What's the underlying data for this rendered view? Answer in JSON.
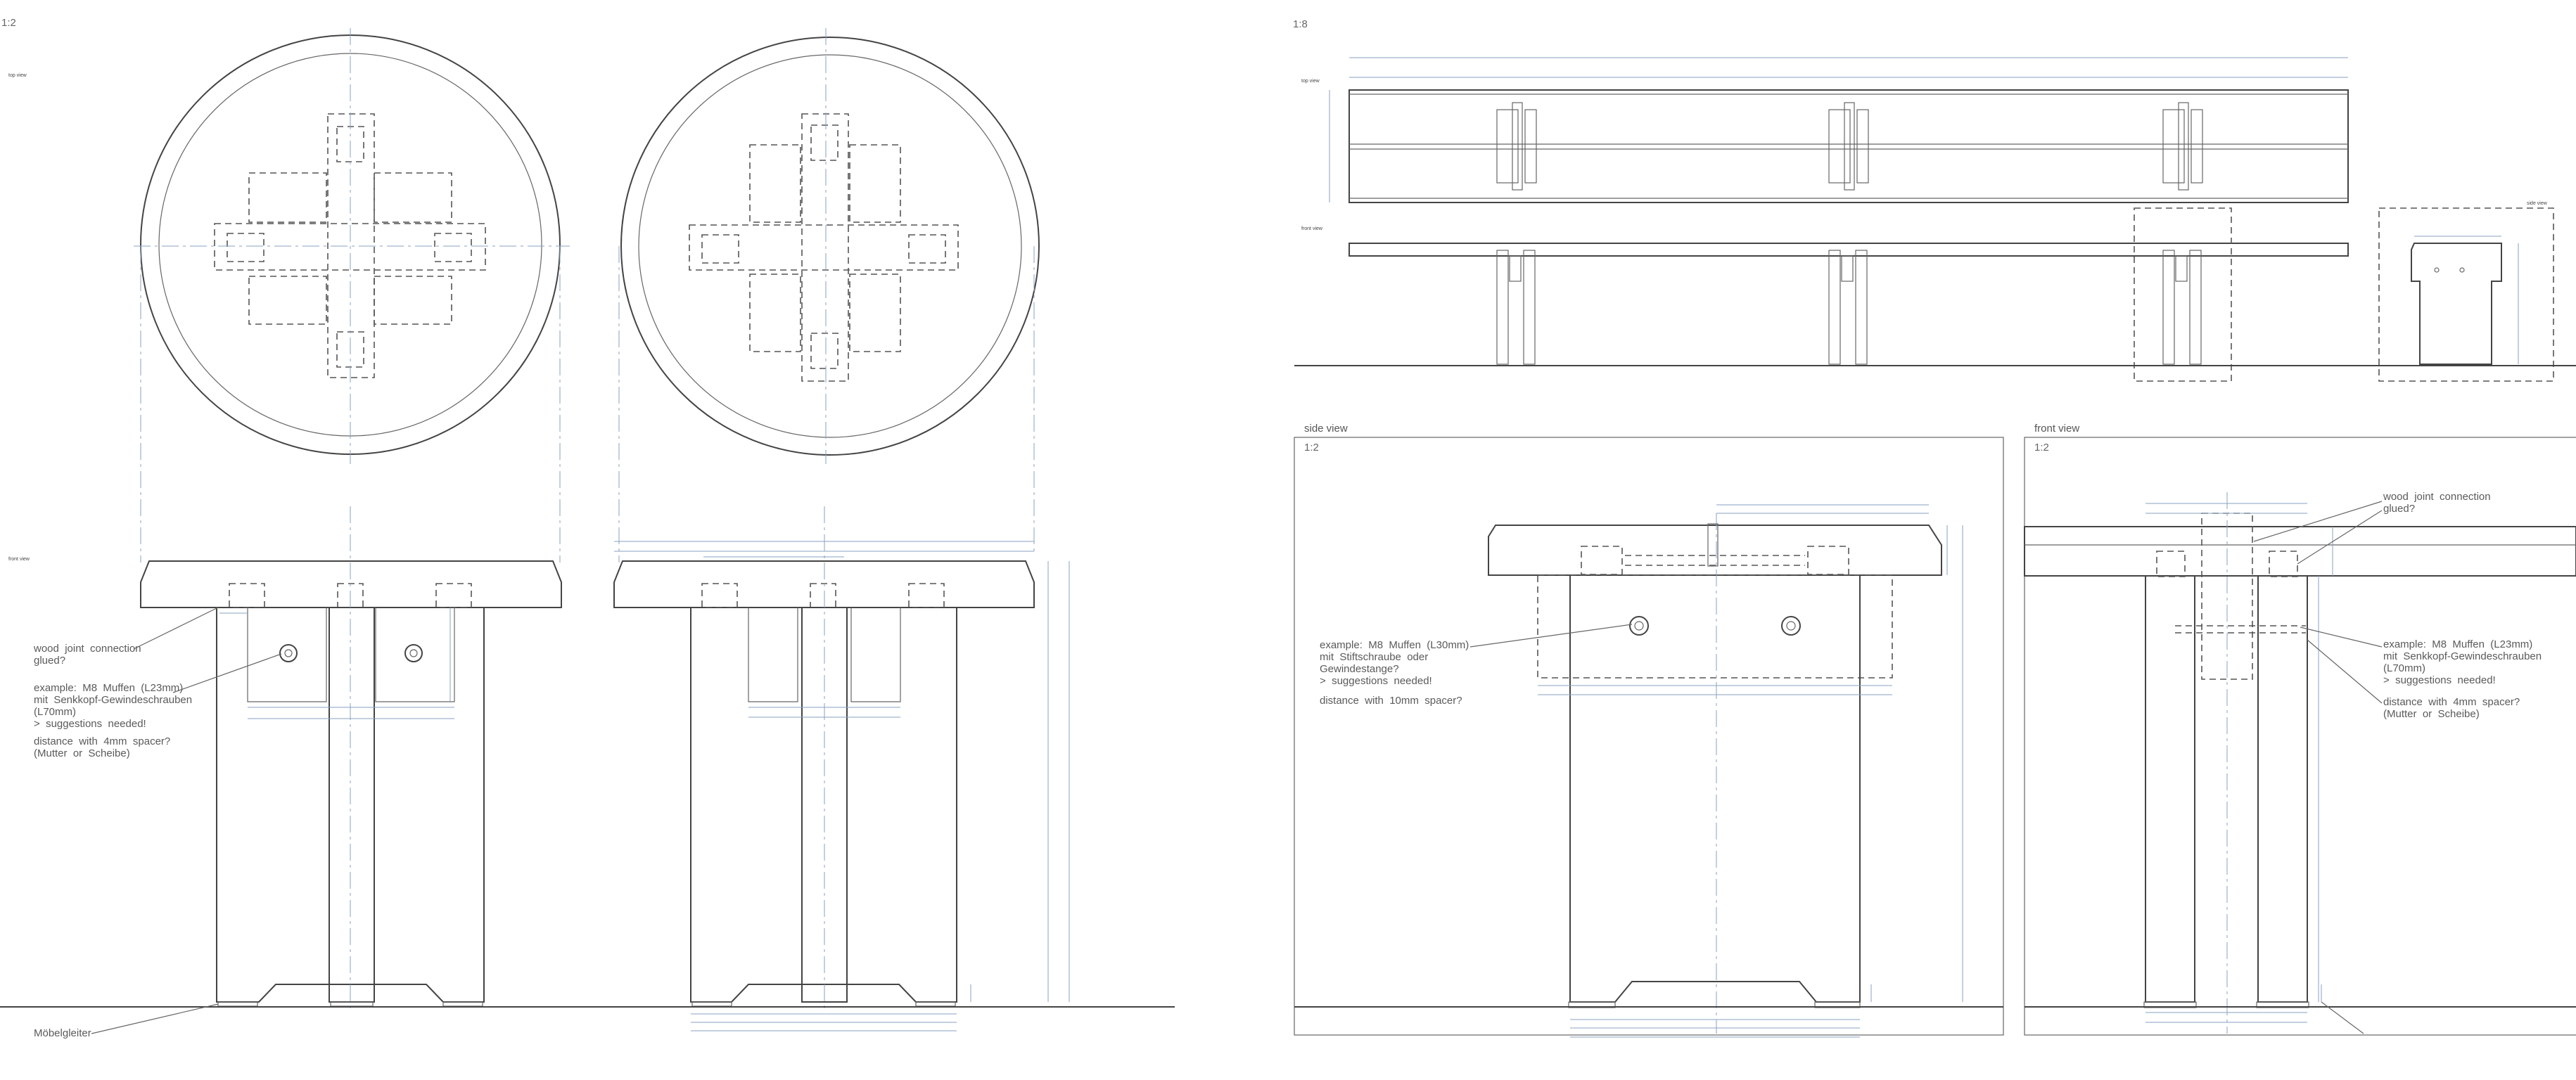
{
  "left_sheet": {
    "scale": "1:2",
    "label_top_view": "top view",
    "label_front_view": "front view",
    "notes": {
      "wood_joint": "wood  joint  connection\nglued?",
      "example": "example:  M8  Muffen  (L23mm)\nmit  Senkkopf-Gewindeschrauben\n(L70mm)\n>  suggestions  needed!",
      "spacer": "distance  with  4mm  spacer?\n(Mutter  or  Scheibe)",
      "glides": "Möbelgleiter"
    }
  },
  "right_sheet": {
    "scale_overview": "1:8",
    "label_top_view": "top view",
    "label_front_view": "front view",
    "label_side_view": "side view"
  },
  "side_view_panel": {
    "title": "side  view",
    "scale": "1:2",
    "note_example": "example:  M8  Muffen  (L30mm)\nmit  Stiftschraube  oder\nGewindestange?\n>  suggestions  needed!",
    "note_spacer": "distance  with  10mm  spacer?"
  },
  "front_view_panel": {
    "title": "front  view",
    "scale": "1:2",
    "note_wood": "wood  joint  connection\nglued?",
    "note_example": "example:  M8  Muffen  (L23mm)\nmit  Senkkopf-Gewindeschrauben\n(L70mm)\n>  suggestions  needed!",
    "note_spacer": "distance  with  4mm  spacer?\n(Mutter  or  Scheibe)"
  }
}
